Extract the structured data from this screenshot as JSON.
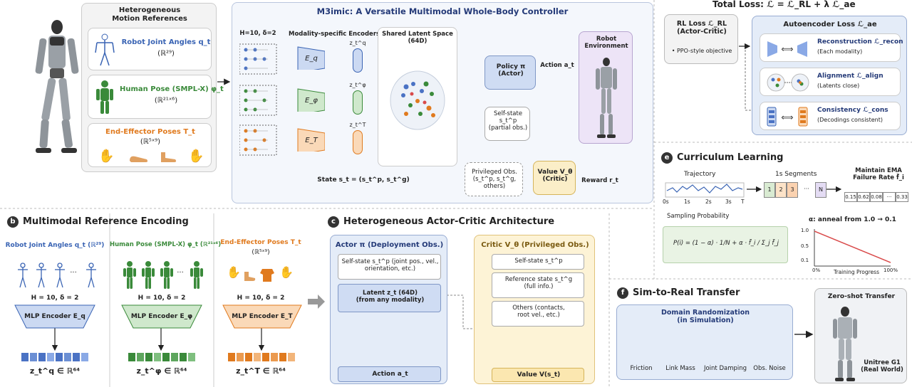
{
  "top": {
    "refs_title": "Heterogeneous\nMotion References",
    "ref_robot_label": "Robot Joint Angles q_t",
    "ref_robot_dim": "(ℝ²⁹)",
    "ref_human_label": "Human Pose (SMPL-X) φ_t",
    "ref_human_dim": "(ℝ²¹ˣ⁶)",
    "ref_ee_label": "End-Effector Poses T_t",
    "ref_ee_dim": "(ℝ⁵ˣ⁹)",
    "main_title": "M3imic: A Versatile Multimodal Whole-Body Controller",
    "window_label": "H=10,  δ=2",
    "encoders_title": "Modality-specific Encoders",
    "enc_q": "E_q",
    "enc_phi": "E_φ",
    "enc_T": "E_T",
    "z_q": "z_t^q",
    "z_phi": "z_t^φ",
    "z_T": "z_t^T",
    "latent_title": "Shared Latent Space\n(64D)",
    "policy": "Policy π\n(Actor)",
    "action": "Action a_t",
    "selfstate": "Self-state\ns_t^p\n(partial obs.)",
    "env": "Robot\nEnvironment",
    "state": "State s_t = (s_t^p, s_t^g)",
    "priv": "Privileged Obs.\n(s_t^p, s_t^g, others)",
    "value": "Value V_θ\n(Critic)",
    "reward": "Reward r_t"
  },
  "loss": {
    "total": "Total Loss:  ℒ = ℒ_RL + λ ℒ_ae",
    "rl": "RL Loss ℒ_RL\n(Actor-Critic)",
    "rl_note": "• PPO-style objective",
    "ae": "Autoencoder Loss ℒ_ae",
    "recon": "Reconstruction ℒ_recon",
    "recon_sub": "(Each modality)",
    "align": "Alignment ℒ_align",
    "align_sub": "(Latents close)",
    "cons": "Consistency ℒ_cons",
    "cons_sub": "(Decodings consistent)"
  },
  "sections": {
    "b_letter": "b",
    "b_title": "Multimodal Reference Encoding",
    "c_letter": "c",
    "c_title": "Heterogeneous Actor-Critic Architecture",
    "e_letter": "e",
    "e_title": "Curriculum Learning",
    "f_letter": "f",
    "f_title": "Sim-to-Real Transfer"
  },
  "encoding": {
    "col1": "Robot Joint Angles q_t (ℝ²⁹)",
    "col2": "Human Pose (SMPL-X) φ_t (ℝ²¹ˣ⁶)",
    "col3": "End-Effector Poses T_t",
    "col3_dim": "(ℝ⁵ˣ⁹)",
    "hd": "H = 10,   δ = 2",
    "mlp1": "MLP Encoder E_q",
    "mlp2": "MLP Encoder E_φ",
    "mlp3": "MLP Encoder E_T",
    "z1": "z_t^q ∈ ℝ⁶⁴",
    "z2": "z_t^φ ∈ ℝ⁶⁴",
    "z3": "z_t^T ∈ ℝ⁶⁴",
    "ellipsis": "···"
  },
  "actorcritic": {
    "actor_title": "Actor π  (Deployment Obs.)",
    "actor_self": "Self-state s_t^p  (joint pos., vel.,\norientation, etc.)",
    "actor_latent": "Latent z_t  (64D)\n(from any modality)",
    "actor_out": "Action a_t",
    "critic_title": "Critic V_θ  (Privileged Obs.)",
    "critic_self": "Self-state s_t^p",
    "critic_ref": "Reference state s_t^g\n(full info.)",
    "critic_others": "Others (contacts,\nroot vel., etc.)",
    "critic_out": "Value V(s_t)"
  },
  "curriculum": {
    "traj": "Trajectory",
    "t0": "0s",
    "t1": "1s",
    "t2": "2s",
    "t3": "3s",
    "tT": "T",
    "seg_title": "1s Segments",
    "segs": [
      "1",
      "2",
      "3",
      "···",
      "N"
    ],
    "ema_title": "Maintain EMA\nFailure Rate f̃_i",
    "ema_vals": [
      "0.15",
      "0.62",
      "0.08",
      "···",
      "0.33"
    ],
    "samp_title": "Sampling Probability",
    "formula": "P(i) = (1 − α) · 1/N + α · f̃_i / Σ_j f̃_j",
    "anneal": "α: anneal from 1.0 → 0.1",
    "y_top": "1.0",
    "y_mid": "0.5",
    "y_low": "0.1",
    "x_left": "0%",
    "x_right": "100%",
    "xlabel": "Training Progress"
  },
  "sim2real": {
    "dr_title": "Domain Randomization\n(in Simulation)",
    "items": [
      "Friction",
      "Link Mass",
      "Joint Damping",
      "Obs. Noise"
    ],
    "zs_title": "Zero-shot Transfer",
    "robot": "Unitree G1\n(Real World)"
  },
  "colors": {
    "q": "#3a64b4",
    "phi": "#3a8a3a",
    "T": "#e07a1e",
    "actor": "#dbe6f7",
    "critic": "#fdf3d6"
  }
}
